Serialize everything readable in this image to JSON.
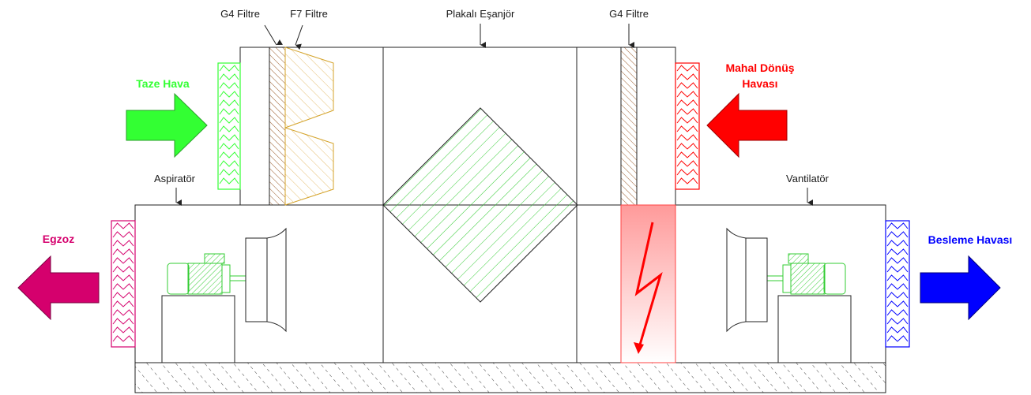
{
  "labels": {
    "g4_filter_left": "G4 Filtre",
    "f7_filter": "F7 Filtre",
    "plate_exchanger": "Plakalı Eşanjör",
    "g4_filter_right": "G4 Filtre",
    "aspirator": "Aspiratör",
    "ventilator": "Vantilatör"
  },
  "flows": {
    "fresh_air": "Taze Hava",
    "return_air_line1": "Mahal Dönüş",
    "return_air_line2": "Havası",
    "exhaust": "Egzoz",
    "supply_air": "Besleme Havası"
  },
  "colors": {
    "fresh_air": "#33ff33",
    "return_air": "#ff0000",
    "exhaust": "#d5006d",
    "supply_air": "#0000ff",
    "exchanger_hatch": "#33cc33",
    "g4_hatch": "#9a5b2a",
    "f7_hatch": "#d4a32a",
    "heater_fill": "#ff9a9a",
    "heater_bolt": "#ff0000",
    "floor_hatch": "#444444"
  },
  "icons": {
    "fresh_air_arrow": "arrow-right-icon",
    "return_air_arrow": "arrow-left-icon",
    "exhaust_arrow": "arrow-left-icon",
    "supply_air_arrow": "arrow-right-icon",
    "heater_symbol": "lightning-bolt-icon"
  }
}
